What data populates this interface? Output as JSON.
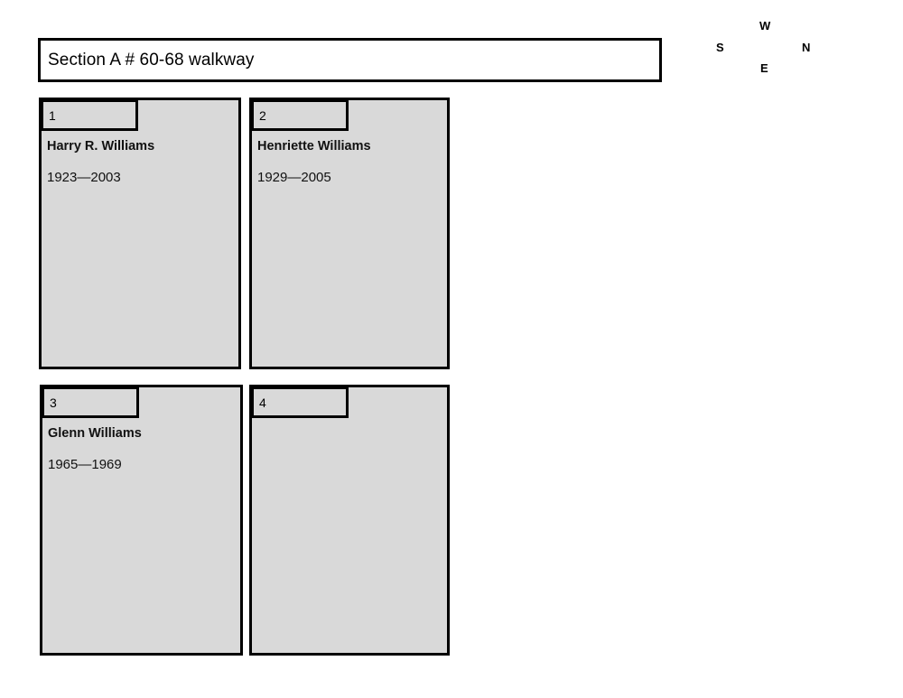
{
  "section": {
    "title": "Section A # 60-68 walkway"
  },
  "compass": {
    "name": "compass-rose",
    "top": "W",
    "left": "S",
    "right": "N",
    "bottom": "E"
  },
  "plots": [
    {
      "number": "1",
      "name": "Harry R. Williams",
      "dates": "1923—2003",
      "empty": false
    },
    {
      "number": "2",
      "name": "Henriette Williams",
      "dates": "1929—2005",
      "empty": false
    },
    {
      "number": "3",
      "name": "Glenn Williams",
      "dates": "1965—1969",
      "empty": false
    },
    {
      "number": "4",
      "name": "",
      "dates": "",
      "empty": true
    }
  ],
  "colors": {
    "plot_fill": "#d9d9d9",
    "border": "#000000",
    "banner_fill": "#ffffff",
    "text": "#000000"
  }
}
